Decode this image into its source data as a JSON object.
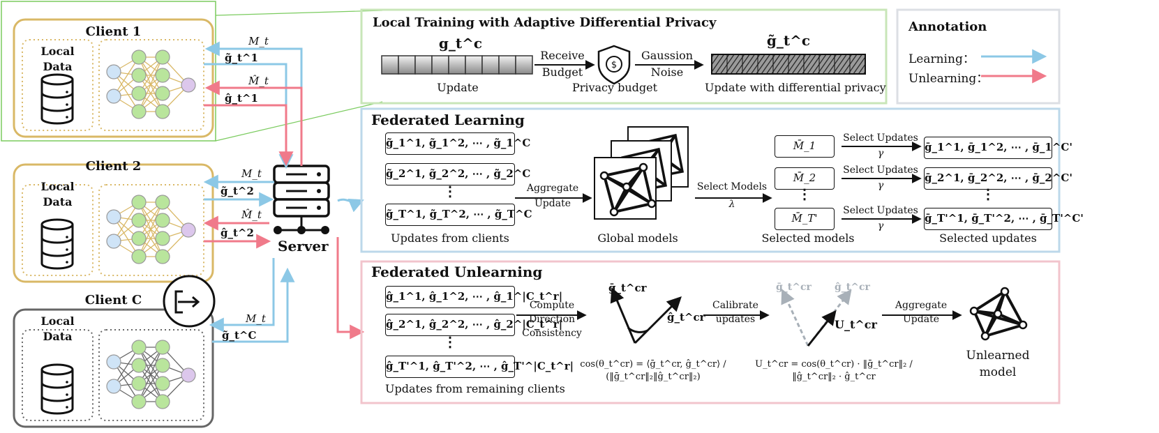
{
  "clients": [
    {
      "title": "Client 1",
      "data_label_1": "Local",
      "data_label_2": "Data"
    },
    {
      "title": "Client 2",
      "data_label_1": "Local",
      "data_label_2": "Data"
    },
    {
      "title": "Client C",
      "data_label_1": "Local",
      "data_label_2": "Data"
    }
  ],
  "server": {
    "label": "Server"
  },
  "arrow_labels": {
    "c1_model": "M_t",
    "c1_update": "g̃_t^1",
    "c1_unlearn_model": "M̂_t",
    "c1_unlearn_update": "ĝ_t^1",
    "c2_model": "M_t",
    "c2_update": "g̃_t^2",
    "c2_unlearn_model": "M̂_t",
    "c2_unlearn_update": "ĝ_t^2",
    "cc_model": "M_t",
    "cc_update": "g̃_t^C"
  },
  "ldp": {
    "title": "Local Training with Adaptive Differential Privacy",
    "update_symbol": "g_t^c",
    "update_label": "Update",
    "receive_1": "Receive",
    "receive_2": "Budget",
    "privacy_label": "Privacy budget",
    "noise_1": "Gaussion",
    "noise_2": "Noise",
    "dp_symbol": "g̃_t^c",
    "dp_label": "Update with differential privacy"
  },
  "annotation": {
    "title": "Annotation",
    "learning": "Learning：",
    "unlearning": "Unlearning："
  },
  "fl": {
    "title": "Federated Learning",
    "updates": [
      "g̃_1^1, g̃_1^2, ⋯ , g̃_1^C",
      "g̃_2^1, g̃_2^2, ⋯ , g̃_2^C",
      "g̃_T^1, g̃_T^2, ⋯ , g̃_T^C"
    ],
    "dots": "⋮",
    "updates_label": "Updates from clients",
    "aggregate_1": "Aggregate",
    "aggregate_2": "Update",
    "global_label": "Global models",
    "select_models": "Select Models",
    "lambda": "λ",
    "models": [
      "M̄_1",
      "M̄_2",
      "M̄_T'"
    ],
    "selected_models_label": "Selected models",
    "select_updates": "Select Updates",
    "gamma": "γ",
    "selected_updates": [
      "ḡ_1^1, ḡ_1^2, ⋯ , ḡ_1^C'",
      "ḡ_2^1, ḡ_2^2, ⋯ , ḡ_2^C'",
      "ḡ_T'^1, ḡ_T'^2, ⋯ , ḡ_T'^C'"
    ],
    "selected_updates_label": "Selected updates"
  },
  "fu": {
    "title": "Federated Unlearning",
    "updates": [
      "ĝ_1^1, ĝ_1^2, ⋯ , ĝ_1^|C_t^r|",
      "ĝ_2^1, ĝ_2^2, ⋯ , ĝ_2^|C_t^r|",
      "ĝ_T'^1, ĝ_T'^2, ⋯ , ĝ_T'^|C_t^r|"
    ],
    "dots": "⋮",
    "updates_label": "Updates from remaining clients",
    "compute_1": "Compute",
    "compute_2": "Direction",
    "compute_3": "Consistency",
    "vec_bar": "ḡ_t^cr",
    "vec_hat": "ĝ_t^cr",
    "cos_formula": "cos(θ_t^cr) = ⟨ḡ_t^cr, ĝ_t^cr⟩ / (‖ḡ_t^cr‖₂‖ĝ_t^cr‖₂)",
    "calibrate_1": "Calibrate",
    "calibrate_2": "updates",
    "vec_u": "U_t^cr",
    "u_formula": "U_t^cr = cos(θ_t^cr) · ‖ḡ_t^cr‖₂ / ‖ĝ_t^cr‖₂ · ĝ_t^cr",
    "aggregate_1": "Aggregate",
    "aggregate_2": "Update",
    "unlearned_1": "Unlearned",
    "unlearned_2": "model"
  },
  "colors": {
    "learning": "#8cc8e6",
    "unlearning": "#f07a8a",
    "client_border": "#d9b866",
    "client_c_border": "#666666",
    "ldp_border": "#c8e6b8",
    "fl_border": "#bcd8ea",
    "fu_border": "#f2c4cc",
    "annotation_border": "#dcdfe4",
    "green_frame": "#7acb5e",
    "nn_input": "#cfe4f7",
    "nn_hidden": "#b9e59c",
    "nn_output": "#dcc7ec"
  }
}
